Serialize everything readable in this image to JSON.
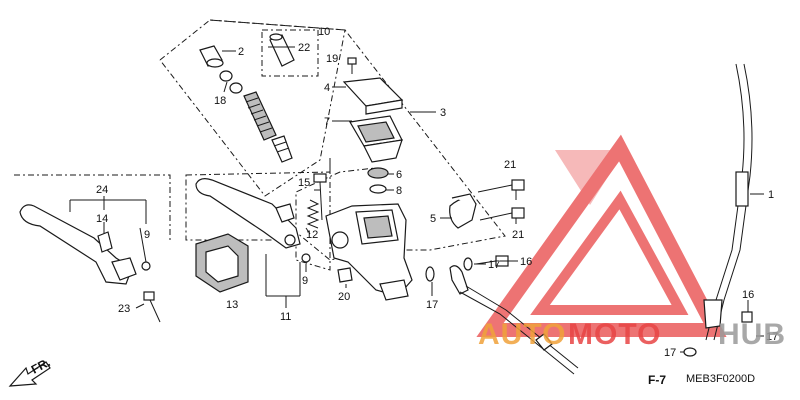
{
  "watermark": {
    "text_auto": "AUTO",
    "text_moto": "MOTO",
    "text_hub": "HUB",
    "color_red": "#e84545",
    "color_orange": "#f0a23a",
    "color_gray": "#9a9a9a"
  },
  "callouts": {
    "c1": "1",
    "c2": "2",
    "c3": "3",
    "c4": "4",
    "c5": "5",
    "c6": "6",
    "c7": "7",
    "c8": "8",
    "c9a": "9",
    "c9b": "9",
    "c10": "10",
    "c11": "11",
    "c12": "12",
    "c13": "13",
    "c14": "14",
    "c15": "15",
    "c16a": "16",
    "c16b": "16",
    "c17a": "17",
    "c17b": "17",
    "c17c": "17",
    "c17d": "17",
    "c18": "18",
    "c19": "19",
    "c20": "20",
    "c21a": "21",
    "c21b": "21",
    "c22": "22",
    "c23": "23",
    "c24": "24"
  },
  "footer": {
    "direction_label": "FR.",
    "section_ref": "F-7",
    "diagram_code": "MEB3F0200D"
  }
}
